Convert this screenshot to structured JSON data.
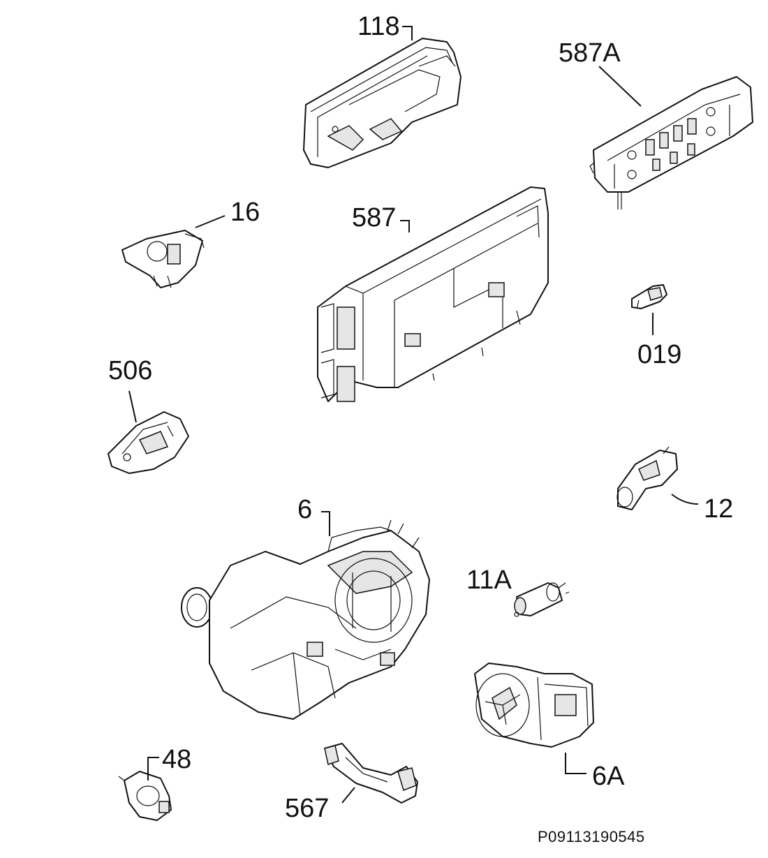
{
  "parts": [
    {
      "id": "118",
      "label": "118"
    },
    {
      "id": "587A",
      "label": "587A"
    },
    {
      "id": "16",
      "label": "16"
    },
    {
      "id": "587",
      "label": "587"
    },
    {
      "id": "019",
      "label": "019"
    },
    {
      "id": "506",
      "label": "506"
    },
    {
      "id": "12",
      "label": "12"
    },
    {
      "id": "6",
      "label": "6"
    },
    {
      "id": "11A",
      "label": "11A"
    },
    {
      "id": "6A",
      "label": "6A"
    },
    {
      "id": "48",
      "label": "48"
    },
    {
      "id": "567",
      "label": "567"
    }
  ],
  "reference_code": "P09113190545"
}
